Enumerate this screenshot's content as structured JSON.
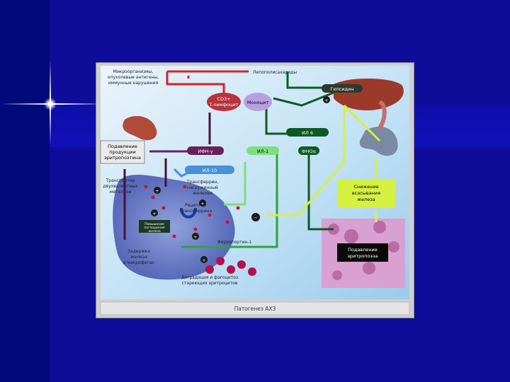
{
  "diagram": {
    "top_left_text": [
      "Микроорганизмы,",
      "опухолевые антигены,",
      "иммунные нарушения"
    ],
    "top_text": "Липополисахариды",
    "cd3": [
      "CD3+",
      "T-лимфоцит"
    ],
    "monocyte": "Моноцит",
    "hepcidin": "Гепсидин",
    "il6": "ИЛ 6",
    "ifn": "ИФН-γ",
    "il1": "ИЛ-1",
    "tnf": "ФНОα",
    "il10": "ИЛ-10",
    "epo_suppression": [
      "Подавление",
      "продукции",
      "эритропоэтина"
    ],
    "dmt": [
      "Транспортер",
      "двухвалентных",
      "металлов"
    ],
    "transferrin": [
      "Трансферрин,",
      "нагруженный",
      "железом"
    ],
    "increased_capture": [
      "Повышение",
      "поглощения",
      "железа"
    ],
    "receptor": [
      "Рецептор",
      "трансферрина"
    ],
    "ferroportin": "Ферропортин-1",
    "retention": [
      "Задержка",
      "железа",
      "в макрофагах"
    ],
    "degradation": [
      "Деградация и фагоцитоз",
      "стареющих эритроцитов"
    ],
    "absorption": [
      "Снижение",
      "всасывания",
      "железа"
    ],
    "erythropoiesis": [
      "Подавление",
      "эритропоэза"
    ],
    "caption": "Патогенез АХЗ",
    "plus": "+",
    "minus": "−"
  },
  "colors": {
    "background": "#0d0d9a",
    "red_arrow": "#d2232a",
    "dark_green": "#0f5a22",
    "green": "#2ea43a",
    "light_green": "#7be07a",
    "yellow_green": "#d6f040",
    "purple": "#6b1f5a",
    "blue": "#4a8fd8",
    "dark_purple": "#4a1040"
  }
}
